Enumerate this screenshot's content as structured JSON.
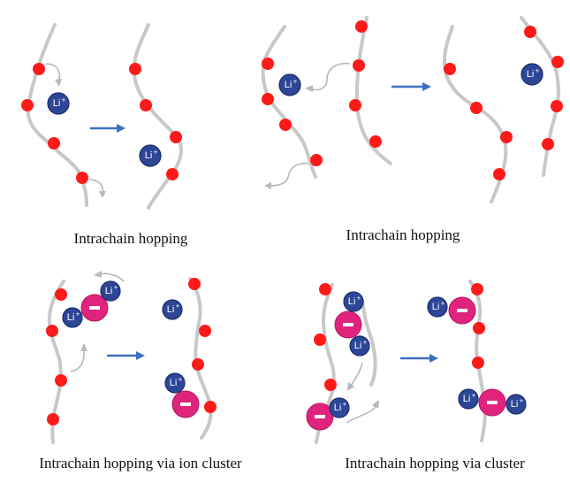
{
  "captions": {
    "panel_a": "Intrachain hopping",
    "panel_b": "Intrachain hopping",
    "panel_c": "Intrachain hopping via ion cluster",
    "panel_d": "Intrachain hopping via cluster"
  },
  "labels": {
    "li_ion": "Li",
    "li_charge": "+",
    "anion_symbol": "−"
  },
  "colors": {
    "chain": "#c8c8c8",
    "site": "#ff1a1a",
    "li_ion": "#2e4697",
    "anion": "#e0247d",
    "transition_arrow": "#3c6fc2"
  }
}
